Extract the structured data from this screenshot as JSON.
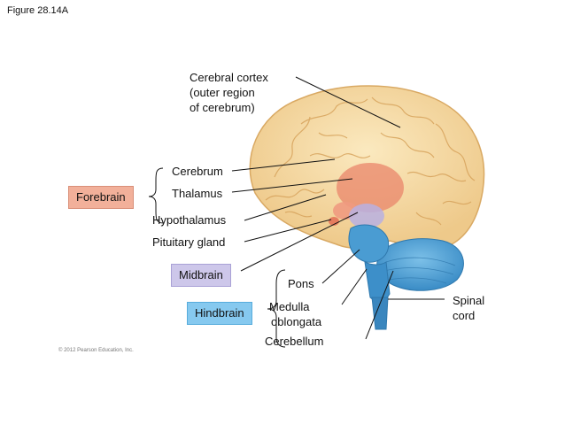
{
  "figure_label": "Figure 28.14A",
  "copyright": "© 2012 Pearson Education, Inc.",
  "labels": {
    "cerebral_cortex": [
      "Cerebral cortex",
      "(outer region",
      "of cerebrum)"
    ],
    "cerebrum": "Cerebrum",
    "thalamus": "Thalamus",
    "hypothalamus": "Hypothalamus",
    "pituitary_gland": "Pituitary gland",
    "pons": "Pons",
    "medulla_oblongata": [
      "Medulla",
      "oblongata"
    ],
    "cerebellum": "Cerebellum",
    "spinal_cord": [
      "Spinal",
      "cord"
    ]
  },
  "divisions": {
    "forebrain": "Forebrain",
    "midbrain": "Midbrain",
    "hindbrain": "Hindbrain"
  },
  "colors": {
    "forebrain": "#f2b09a",
    "midbrain": "#cdc7ea",
    "hindbrain": "#86c9ef",
    "cortex": "#f7dda2",
    "brainstem": "#3d8fc9",
    "cerebellum": "#5aa7d8"
  }
}
